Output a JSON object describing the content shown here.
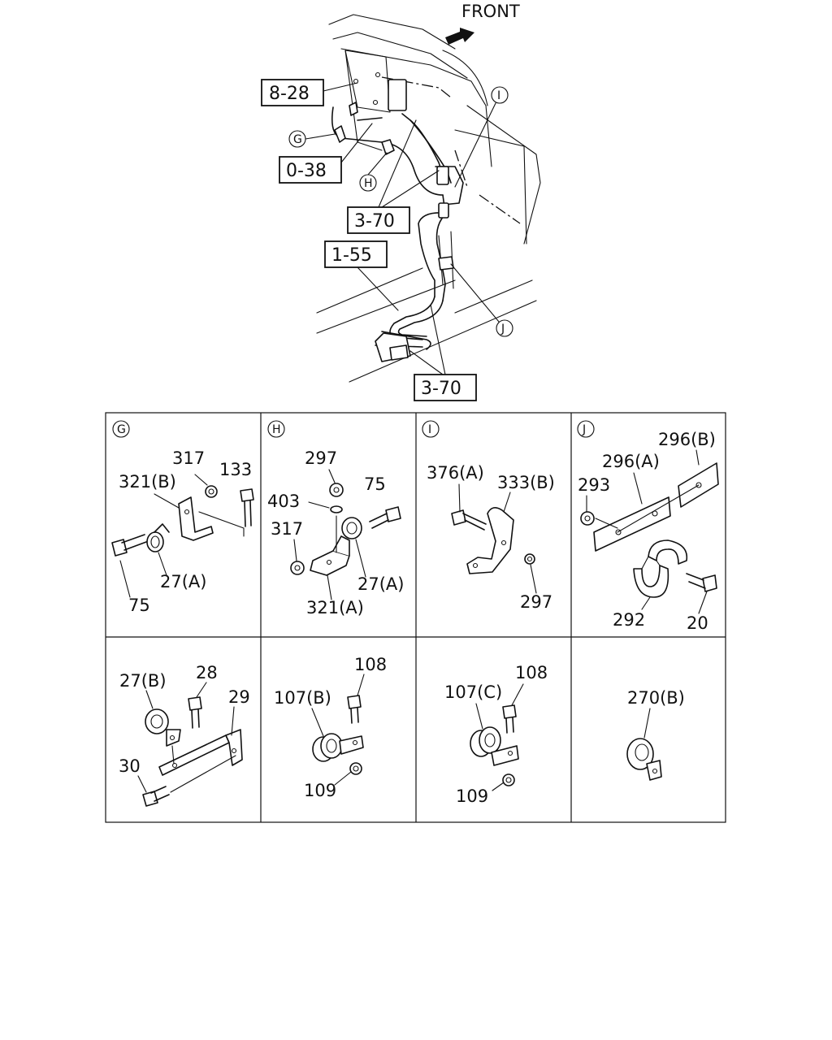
{
  "main": {
    "front_label": "FRONT",
    "refs": [
      "8-28",
      "0-38",
      "3-70",
      "1-55",
      "3-70"
    ],
    "callouts": [
      "G",
      "H",
      "I",
      "J"
    ]
  },
  "panels": [
    {
      "letter": "G",
      "labels": [
        "317",
        "133",
        "321(B)",
        "27(A)",
        "75"
      ]
    },
    {
      "letter": "H",
      "labels": [
        "297",
        "75",
        "403",
        "317",
        "27(A)",
        "321(A)"
      ]
    },
    {
      "letter": "I",
      "labels": [
        "376(A)",
        "333(B)",
        "297"
      ]
    },
    {
      "letter": "J",
      "labels": [
        "296(B)",
        "296(A)",
        "293",
        "292",
        "20"
      ]
    },
    {
      "letter": "",
      "labels": [
        "27(B)",
        "28",
        "29",
        "30"
      ]
    },
    {
      "letter": "",
      "labels": [
        "108",
        "107(B)",
        "109"
      ]
    },
    {
      "letter": "",
      "labels": [
        "108",
        "107(C)",
        "109"
      ]
    },
    {
      "letter": "",
      "labels": [
        "270(B)"
      ]
    }
  ]
}
